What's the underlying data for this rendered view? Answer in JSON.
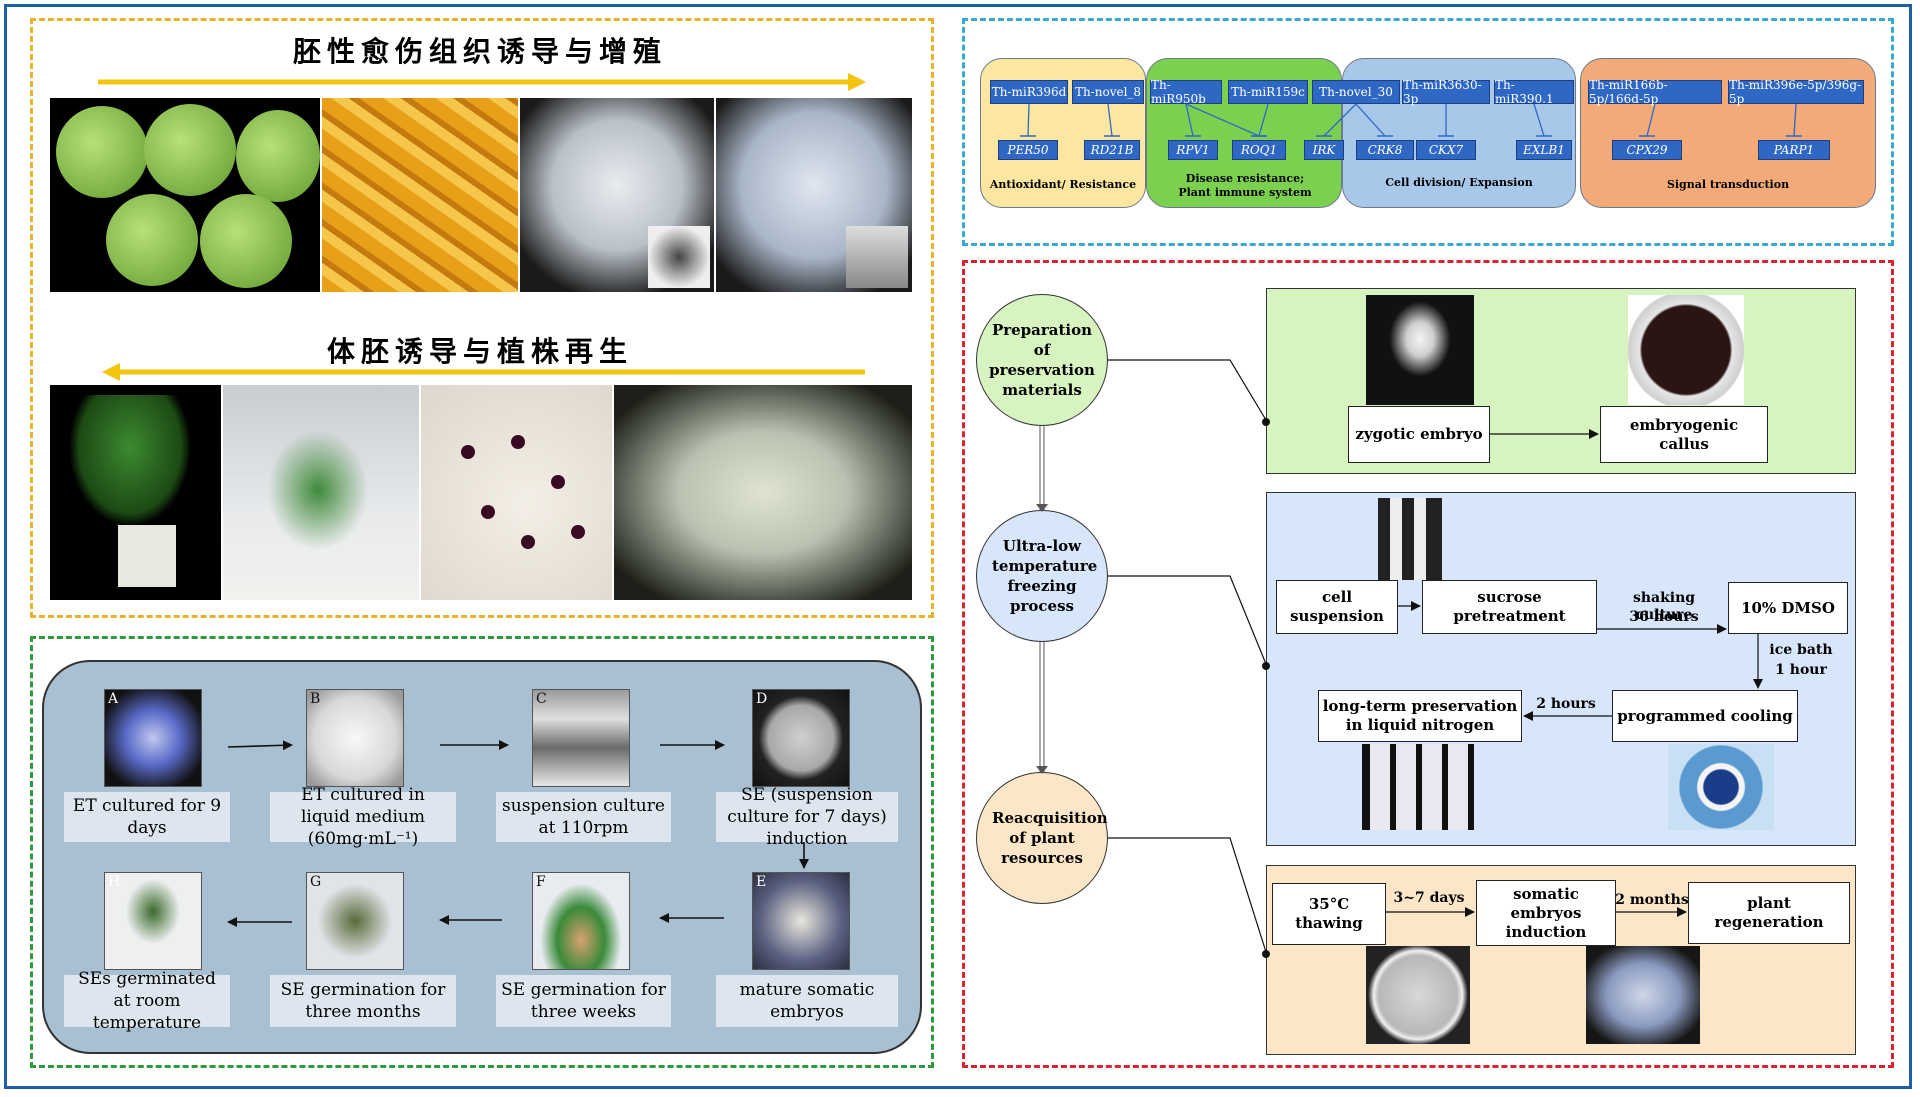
{
  "top_left": {
    "title1": "胚性愈伤组织诱导与增殖",
    "title2": "体胚诱导与植株再生"
  },
  "mirna": {
    "mirs": [
      "Th-miR396d",
      "Th-novel_8",
      "Th-miR950b",
      "Th-miR159c",
      "Th-novel_30",
      "Th-miR3630-3p",
      "Th-miR390.1",
      "Th-miR166b-5p/166d-5p",
      "Th-miR396e-5p/396g-5p"
    ],
    "targets": [
      "PER50",
      "RD21B",
      "RPV1",
      "ROQ1",
      "IRK",
      "CRK8",
      "CKX7",
      "EXLB1",
      "CPX29",
      "PARP1"
    ],
    "groups": [
      {
        "label": "Antioxidant/ Resistance",
        "color": "#fde7a0"
      },
      {
        "label": "Disease resistance;\nPlant immune system",
        "color": "#7cd050"
      },
      {
        "label": "Cell division/ Expansion",
        "color": "#a8c8ea"
      },
      {
        "label": "Signal transduction",
        "color": "#f2aa78"
      }
    ]
  },
  "workflow": {
    "steps": [
      {
        "letter": "A",
        "caption": "ET cultured for 9 days"
      },
      {
        "letter": "B",
        "caption": "ET cultured in liquid medium (60mg·mL⁻¹)"
      },
      {
        "letter": "C",
        "caption": "suspension culture at 110rpm"
      },
      {
        "letter": "D",
        "caption": "SE (suspension culture for 7 days) induction"
      },
      {
        "letter": "E",
        "caption": "mature somatic embryos"
      },
      {
        "letter": "F",
        "caption": "SE germination for three weeks"
      },
      {
        "letter": "G",
        "caption": "SE germination for three months"
      },
      {
        "letter": "H",
        "caption": "SEs germinated at room temperature"
      }
    ]
  },
  "cryo": {
    "stages": [
      "Preparation of preservation materials",
      "Ultra-low temperature freezing process",
      "Reacquisition of plant resources"
    ],
    "stage_colors": [
      "#d6f3c0",
      "#d7e6fa",
      "#fbe6c8"
    ],
    "p1": {
      "zygotic": "zygotic embryo",
      "callus": "embryogenic callus"
    },
    "p2": {
      "cell_suspension": "cell suspension",
      "sucrose": "sucrose pretreatment",
      "shaking": "shaking culture",
      "hours36": "36 hours",
      "dmso": "10% DMSO",
      "icebath": "ice bath",
      "hour1": "1 hour",
      "programmed": "programmed cooling",
      "hours2": "2 hours",
      "longterm": "long-term preservation in liquid nitrogen"
    },
    "p3": {
      "thawing": "35°C thawing",
      "days": "3~7 days",
      "somatic": "somatic embryos induction",
      "months": "2 months",
      "regen": "plant regeneration"
    }
  }
}
